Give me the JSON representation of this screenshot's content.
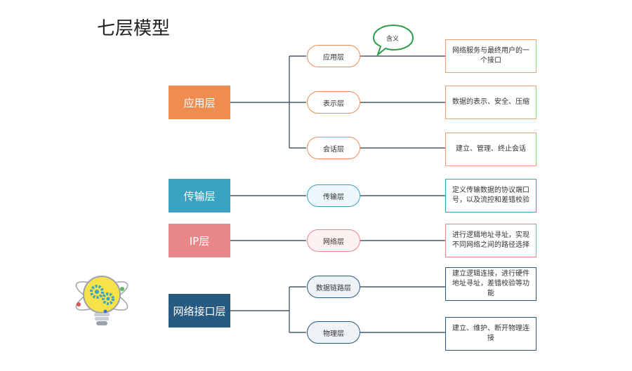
{
  "title": "七层模型",
  "bubble": "含义",
  "colors": {
    "orange": "#ef8c50",
    "teal": "#3aa3c2",
    "pink": "#e8878a",
    "navy": "#275a80"
  },
  "layers": [
    {
      "label": "应用层",
      "color": "#ef8c50"
    },
    {
      "label": "传输层",
      "color": "#3aa3c2"
    },
    {
      "label": "IP层",
      "color": "#e8878a"
    },
    {
      "label": "网络接口层",
      "color": "#275a80"
    }
  ],
  "sublayers": [
    {
      "label": "应用层",
      "desc": "网络服务与最终用户的一个接口"
    },
    {
      "label": "表示层",
      "desc": "数据的表示、安全、压缩"
    },
    {
      "label": "会话层",
      "desc": "建立、管理、终止会话"
    },
    {
      "label": "传输层",
      "desc": "定义传输数据的协议端口号，以及流控和差错校验"
    },
    {
      "label": "网络层",
      "desc": "进行逻辑地址寻址，实现不同网络之间的路径选择"
    },
    {
      "label": "数据链路层",
      "desc": "建立逻辑连接，进行硬件地址寻址，差错校验等功能"
    },
    {
      "label": "物理层",
      "desc": "建立、维护、断开物理连接"
    }
  ]
}
